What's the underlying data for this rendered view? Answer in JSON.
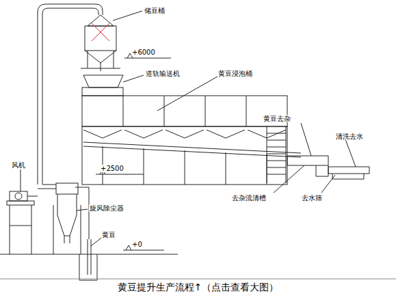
{
  "diagram": {
    "caption": "黄豆提升生产流程↑（点击查看大图）",
    "labels": [
      "储豆桶",
      "+6000",
      "道轨输送机",
      "黄豆浸泡桶",
      "黄豆去杂",
      "清洗去水",
      "风机",
      "+2500",
      "去杂流清槽",
      "去水筛",
      "旋风除尘器",
      "黄豆",
      "+0"
    ]
  }
}
